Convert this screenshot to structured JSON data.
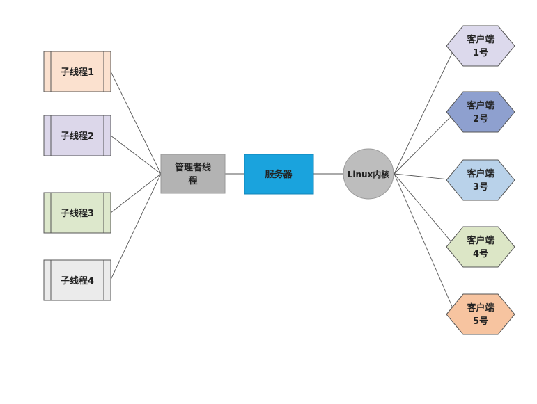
{
  "threads": [
    {
      "label": "子线程1",
      "fill": "#fbe1cf"
    },
    {
      "label": "子线程2",
      "fill": "#dcd7ea"
    },
    {
      "label": "子线程3",
      "fill": "#dde8cc"
    },
    {
      "label": "子线程4",
      "fill": "#ebebeb"
    }
  ],
  "manager": {
    "line1": "管理者线",
    "line2": "程",
    "fill": "#b3b3b3"
  },
  "server": {
    "label": "服务器",
    "fill": "#1aa3dd"
  },
  "kernel": {
    "label": "Linux内核",
    "fill": "#bdbdbd"
  },
  "clients": [
    {
      "line1": "客户端",
      "line2": "1号",
      "fill": "#dcd9ec"
    },
    {
      "line1": "客户端",
      "line2": "2号",
      "fill": "#8ea0cf"
    },
    {
      "line1": "客户端",
      "line2": "3号",
      "fill": "#b9d2ea"
    },
    {
      "line1": "客户端",
      "line2": "4号",
      "fill": "#dce6c6"
    },
    {
      "line1": "客户端",
      "line2": "5号",
      "fill": "#f7c4a0"
    }
  ]
}
